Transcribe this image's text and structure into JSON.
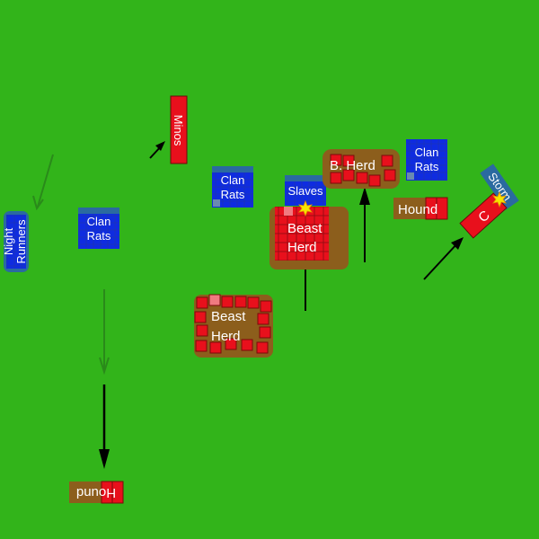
{
  "colors": {
    "field": "#32b41a",
    "blue_unit": "#0f2ce0",
    "blue_grid": "#1c3cd6",
    "blue_banner": "#2a6aa0",
    "red_unit": "#e8101c",
    "red_light": "#f07a80",
    "base_brown": "#8c5e1c",
    "arrow_black": "#000000",
    "arrow_green": "#2a8a1a"
  },
  "units": {
    "minos": "Minos",
    "clan_rats_left_1": "Clan",
    "clan_rats_left_2": "Rats",
    "clan_rats_mid_1": "Clan",
    "clan_rats_mid_2": "Rats",
    "clan_rats_right_1": "Clan",
    "clan_rats_right_2": "Rats",
    "slaves": "Slaves",
    "night_runners_1": "Night",
    "night_runners_2": "Runners",
    "beast_herd_center_1": "Beast",
    "beast_herd_center_2": "Herd",
    "beast_herd_bottom_1": "Beast",
    "beast_herd_bottom_2": "Herd",
    "beast_herd_top": "B. Herd",
    "hound_right": "Hound",
    "hound_bottom": "Hound",
    "chariot": "C",
    "storm": "Storm"
  }
}
